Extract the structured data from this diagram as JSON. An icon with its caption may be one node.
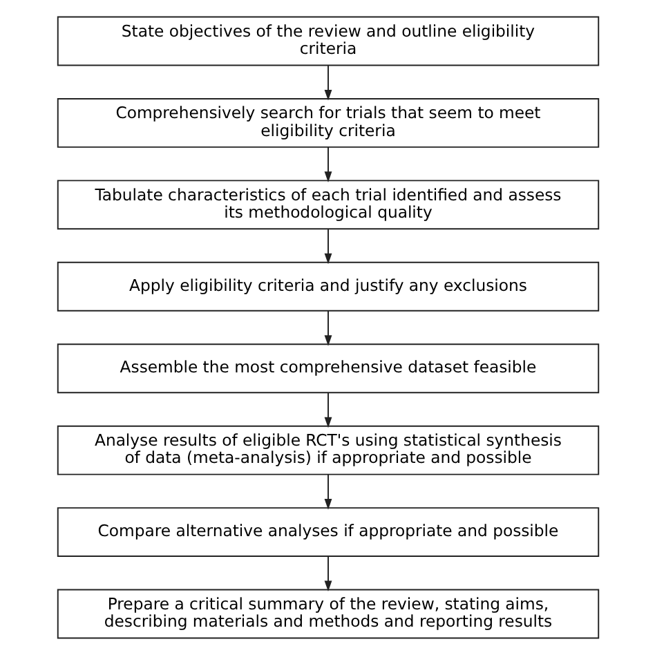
{
  "diagram": {
    "nodes": [
      {
        "text": [
          "State objectives of the review and outline eligibility criteria"
        ]
      },
      {
        "text": [
          "Comprehensively search for trials that seem to meet eligibility criteria"
        ]
      },
      {
        "text": [
          "Tabulate characteristics of each trial identified and assess its methodological quality"
        ]
      },
      {
        "text": [
          "Apply eligibility criteria and justify any exclusions"
        ]
      },
      {
        "text": [
          "Assemble the most comprehensive dataset feasible"
        ]
      },
      {
        "text": [
          "Analyse results of eligible RCT's using statistical synthesis of data (meta-analysis) if appropriate and possible"
        ]
      },
      {
        "text": [
          "Compare alternative analyses if appropriate and possible"
        ]
      },
      {
        "text": [
          "Prepare a critical summary of the review, stating aims, describing materials and methods and reporting results"
        ]
      }
    ],
    "edges": [
      {
        "from": 0,
        "to": 1,
        "arrow": "to"
      },
      {
        "from": 1,
        "to": 2,
        "arrow": "to"
      },
      {
        "from": 2,
        "to": 3,
        "arrow": "to"
      },
      {
        "from": 3,
        "to": 4,
        "arrow": "to"
      },
      {
        "from": 4,
        "to": 5,
        "arrow": "to"
      },
      {
        "from": 5,
        "to": 6,
        "arrow": "to"
      },
      {
        "from": 6,
        "to": 7,
        "arrow": "to"
      }
    ]
  }
}
